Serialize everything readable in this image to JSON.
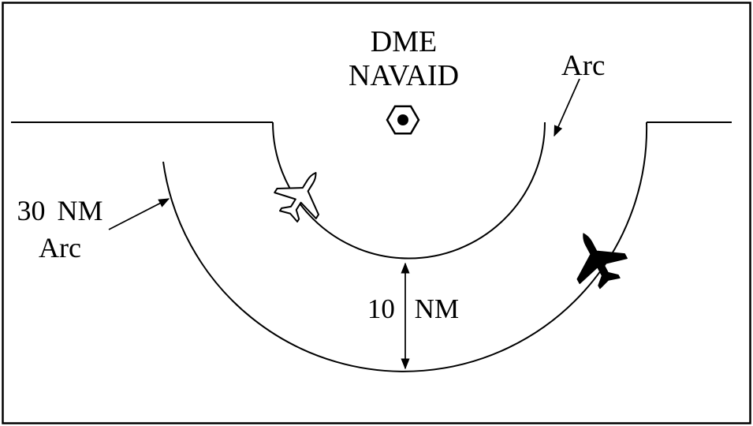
{
  "diagram": {
    "navaid_label": {
      "line1": "DME",
      "line2": "NAVAID"
    },
    "inner_arc_label": "Arc",
    "outer_arc_label": {
      "line1": "30 NM",
      "line2": "Arc"
    },
    "separation_label": "10 NM",
    "icons": {
      "navaid": "dme-navaid-icon",
      "white_aircraft": "airplane-outline-icon",
      "black_aircraft": "airplane-silhouette-icon",
      "pointers": [
        "arc-pointer-arrow",
        "thirty-nm-pointer-arrow",
        "ten-nm-double-arrow"
      ]
    },
    "colors": {
      "ink": "#000000",
      "background": "#ffffff"
    }
  }
}
